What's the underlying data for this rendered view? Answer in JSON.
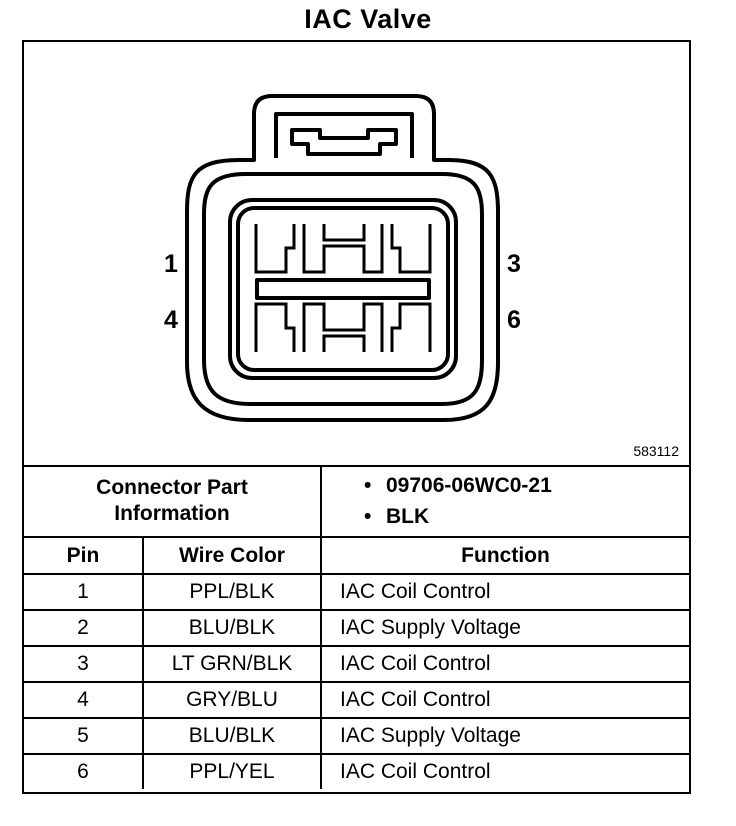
{
  "title": "IAC Valve",
  "figure_id": "583112",
  "connector_pins": {
    "top_left": "1",
    "top_right": "3",
    "bottom_left": "4",
    "bottom_right": "6"
  },
  "connector_info": {
    "label_line1": "Connector Part",
    "label_line2": "Information",
    "part_number": "09706-06WC0-21",
    "color": "BLK",
    "bullet": "•"
  },
  "table": {
    "headers": {
      "pin": "Pin",
      "wire_color": "Wire Color",
      "function": "Function"
    },
    "rows": [
      {
        "pin": "1",
        "wire_color": "PPL/BLK",
        "function": "IAC Coil Control"
      },
      {
        "pin": "2",
        "wire_color": "BLU/BLK",
        "function": "IAC Supply Voltage"
      },
      {
        "pin": "3",
        "wire_color": "LT GRN/BLK",
        "function": "IAC Coil Control"
      },
      {
        "pin": "4",
        "wire_color": "GRY/BLU",
        "function": "IAC Coil Control"
      },
      {
        "pin": "5",
        "wire_color": "BLU/BLK",
        "function": "IAC Supply Voltage"
      },
      {
        "pin": "6",
        "wire_color": "PPL/YEL",
        "function": "IAC Coil Control"
      }
    ]
  }
}
